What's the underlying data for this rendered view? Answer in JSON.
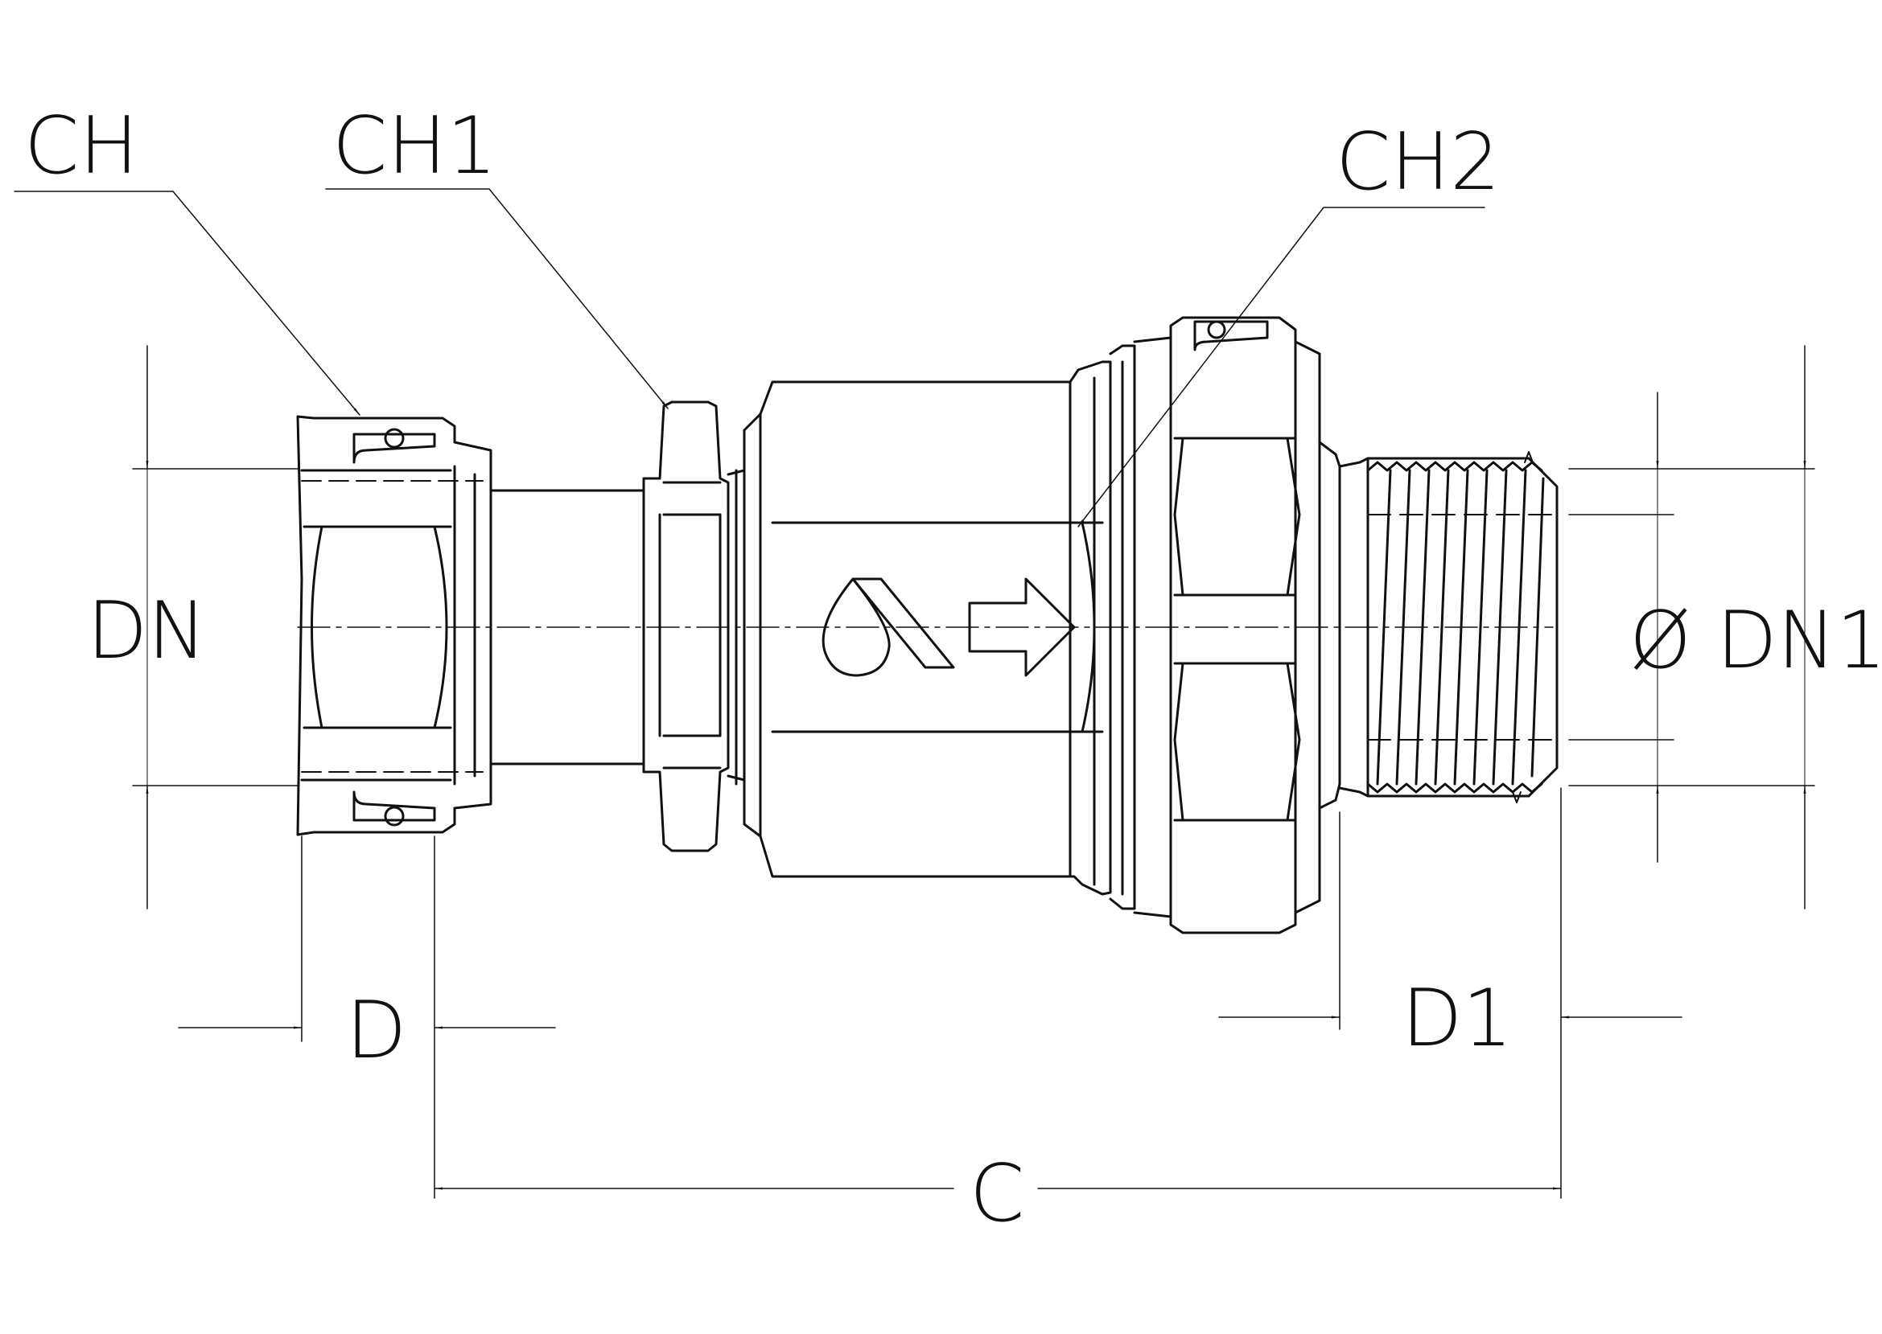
{
  "labels": {
    "ch": "CH",
    "ch1": "CH1",
    "ch2": "CH2",
    "dn": "DN",
    "dn1": "Ø DN1",
    "d": "D",
    "d1": "D1",
    "c": "C"
  },
  "colors": {
    "line": "#111111",
    "background": "#ffffff"
  },
  "icons": {
    "logo": "drop-logo-icon",
    "flow_arrow": "flow-direction-arrow-icon"
  }
}
